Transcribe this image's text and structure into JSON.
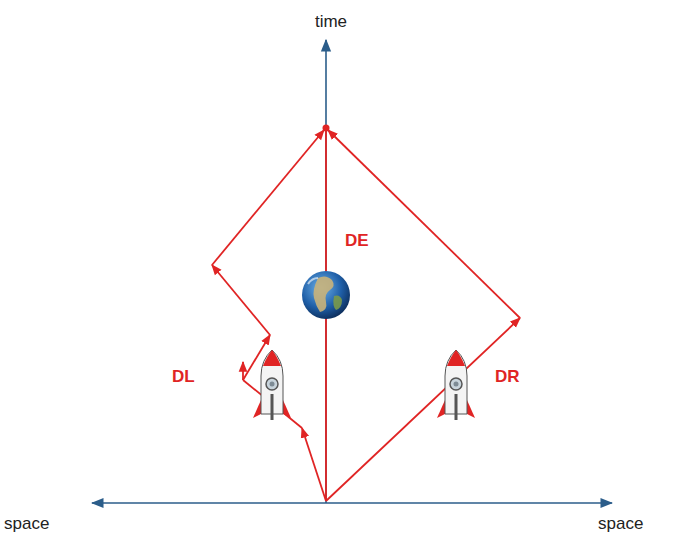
{
  "diagram": {
    "labels": [
      "time",
      "DE",
      "DL",
      "DR",
      "space",
      "space"
    ]
  }
}
